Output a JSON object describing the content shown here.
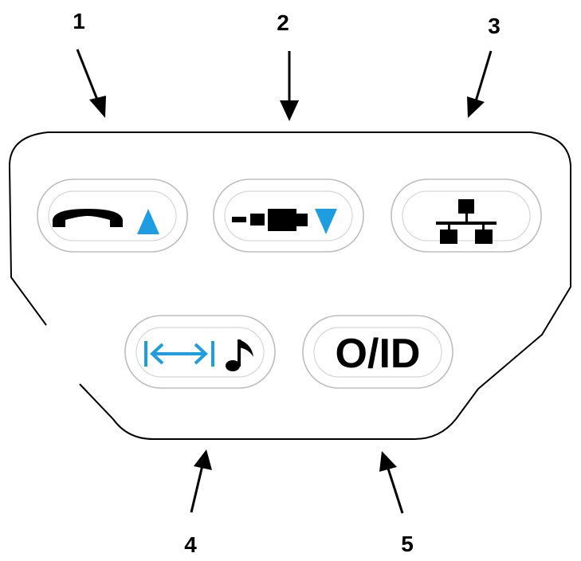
{
  "callouts": [
    "1",
    "2",
    "3",
    "4",
    "5"
  ],
  "buttons": {
    "oid_label": "O/ID"
  },
  "icons": {
    "button1": [
      "handset-icon",
      "triangle-up-icon"
    ],
    "button2": [
      "dash-icon",
      "plug-icon",
      "triangle-down-icon"
    ],
    "button3": [
      "network-icon"
    ],
    "button4": [
      "transfer-arrow-icon",
      "music-note-icon"
    ],
    "button5": []
  },
  "colors": {
    "accent_blue": "#1e9ee0",
    "outline": "#000000",
    "pill_outline": "#bdbdbd"
  }
}
